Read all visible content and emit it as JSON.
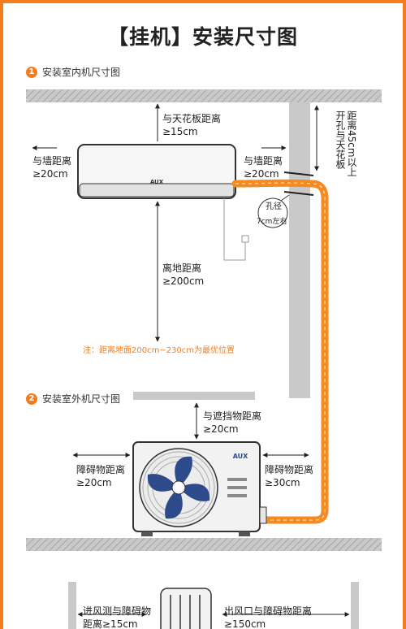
{
  "title": "【挂机】安装尺寸图",
  "section1": {
    "num": "1",
    "label": "安装室内机尺寸图"
  },
  "section2": {
    "num": "2",
    "label": "安装室外机尺寸图"
  },
  "brand": "AUX",
  "indoor": {
    "ceiling_label": "与天花板距离",
    "ceiling_value": "≥15cm",
    "left_wall_label": "与墙距离",
    "left_wall_value": "≥20cm",
    "right_wall_label": "与墙距离",
    "right_wall_value": "≥20cm",
    "floor_label": "离地距离",
    "floor_value": "≥200cm",
    "hole_label": "孔径",
    "hole_value": "7cm左右",
    "hole_position_col1": "开孔与天花板",
    "hole_position_col2": "距离45cm以上",
    "note": "注：距离地面200cm~230cm为最优位置"
  },
  "outdoor": {
    "top_label": "与遮挡物距离",
    "top_value": "≥20cm",
    "left_label": "障碍物距离",
    "left_value": "≥20cm",
    "right_label": "障碍物距离",
    "right_value": "≥30cm"
  },
  "bottom": {
    "left_label": "进风测与障碍物",
    "left_value": "距离≥15cm",
    "right_label": "出风口与障碍物距离",
    "right_value": "≥150cm"
  },
  "colors": {
    "accent": "#f47c1c",
    "pipe": "#f68a1e",
    "wall": "#c9c9c9",
    "fan": "#2d4a8a"
  }
}
